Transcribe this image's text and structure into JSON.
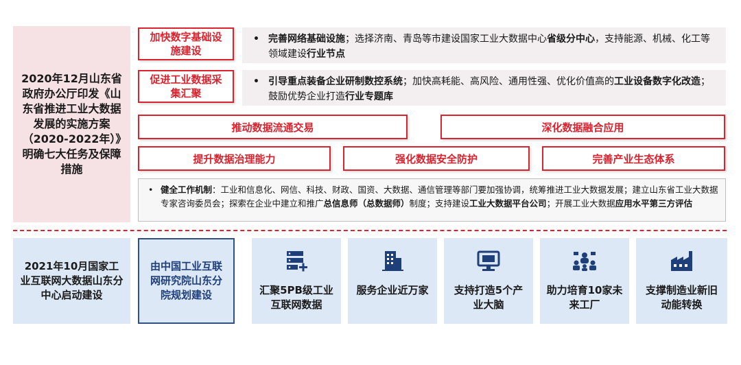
{
  "top_left": "2020年12月山东省政府办公厅印发《山东省推进工业大数据发展的实施方案（2020-2022年）》明确七大任务及保障措施",
  "tasks": [
    {
      "tag": "加快数字基础设施建设",
      "bullet": "•",
      "parts": [
        {
          "t": "完善网络基础设施",
          "b": true
        },
        {
          "t": "；选择济南、青岛等市建设国家工业大数据中心",
          "b": false
        },
        {
          "t": "省级分中心",
          "b": true
        },
        {
          "t": "，支持能源、机械、化工等领域建设",
          "b": false
        },
        {
          "t": "行业节点",
          "b": true
        }
      ]
    },
    {
      "tag": "促进工业数据采集汇聚",
      "bullet": "•",
      "parts": [
        {
          "t": "引导重点装备企业研制数控系统",
          "b": true
        },
        {
          "t": "；加快高耗能、高风险、通用性强、优化价值高的",
          "b": false
        },
        {
          "t": "工业设备数字化改造",
          "b": true
        },
        {
          "t": "；鼓励优势企业打造",
          "b": false
        },
        {
          "t": "行业专题库",
          "b": true
        }
      ]
    }
  ],
  "bars_row1": [
    "推动数据流通交易",
    "深化数据融合应用"
  ],
  "bars_row2": [
    "提升数据治理能力",
    "强化数据安全防护",
    "完善产业生态体系"
  ],
  "guarantee": {
    "bullet": "•",
    "parts": [
      {
        "t": "健全工作机制",
        "b": true
      },
      {
        "t": "：工业和信息化、网信、科技、财政、国资、大数据、通信管理等部门要加强协调，统筹推进工业大数据发展；建立山东省工业大数据专家咨询委员会；探索在企业中建立和推广",
        "b": false
      },
      {
        "t": "总信息师（总数据师）",
        "b": true
      },
      {
        "t": "制度；支持建设",
        "b": false
      },
      {
        "t": "工业大数据平台公司",
        "b": true
      },
      {
        "t": "；开展工业大数据",
        "b": false
      },
      {
        "t": "应用水平第三方评估",
        "b": true
      }
    ]
  },
  "bottom_left": "2021年10月国家工业互联网大数据山东分中心启动建设",
  "plan": "由中国工业互联网研究院山东分院规划建设",
  "cards": [
    {
      "icon": "server-add-icon",
      "label": "汇聚5PB级工业互联网数据"
    },
    {
      "icon": "building-icon",
      "label": "服务企业近万家"
    },
    {
      "icon": "monitor-icon",
      "label": "支持打造5个产业大脑"
    },
    {
      "icon": "network-people-icon",
      "label": "助力培育10家未来工厂"
    },
    {
      "icon": "factory-icon",
      "label": "支撑制造业新旧动能转换"
    }
  ],
  "colors": {
    "accent": "#d9232e",
    "navy": "#1f3f7a",
    "pink_bg": "#f6e2e4",
    "blue_bg": "#dde8f6"
  }
}
